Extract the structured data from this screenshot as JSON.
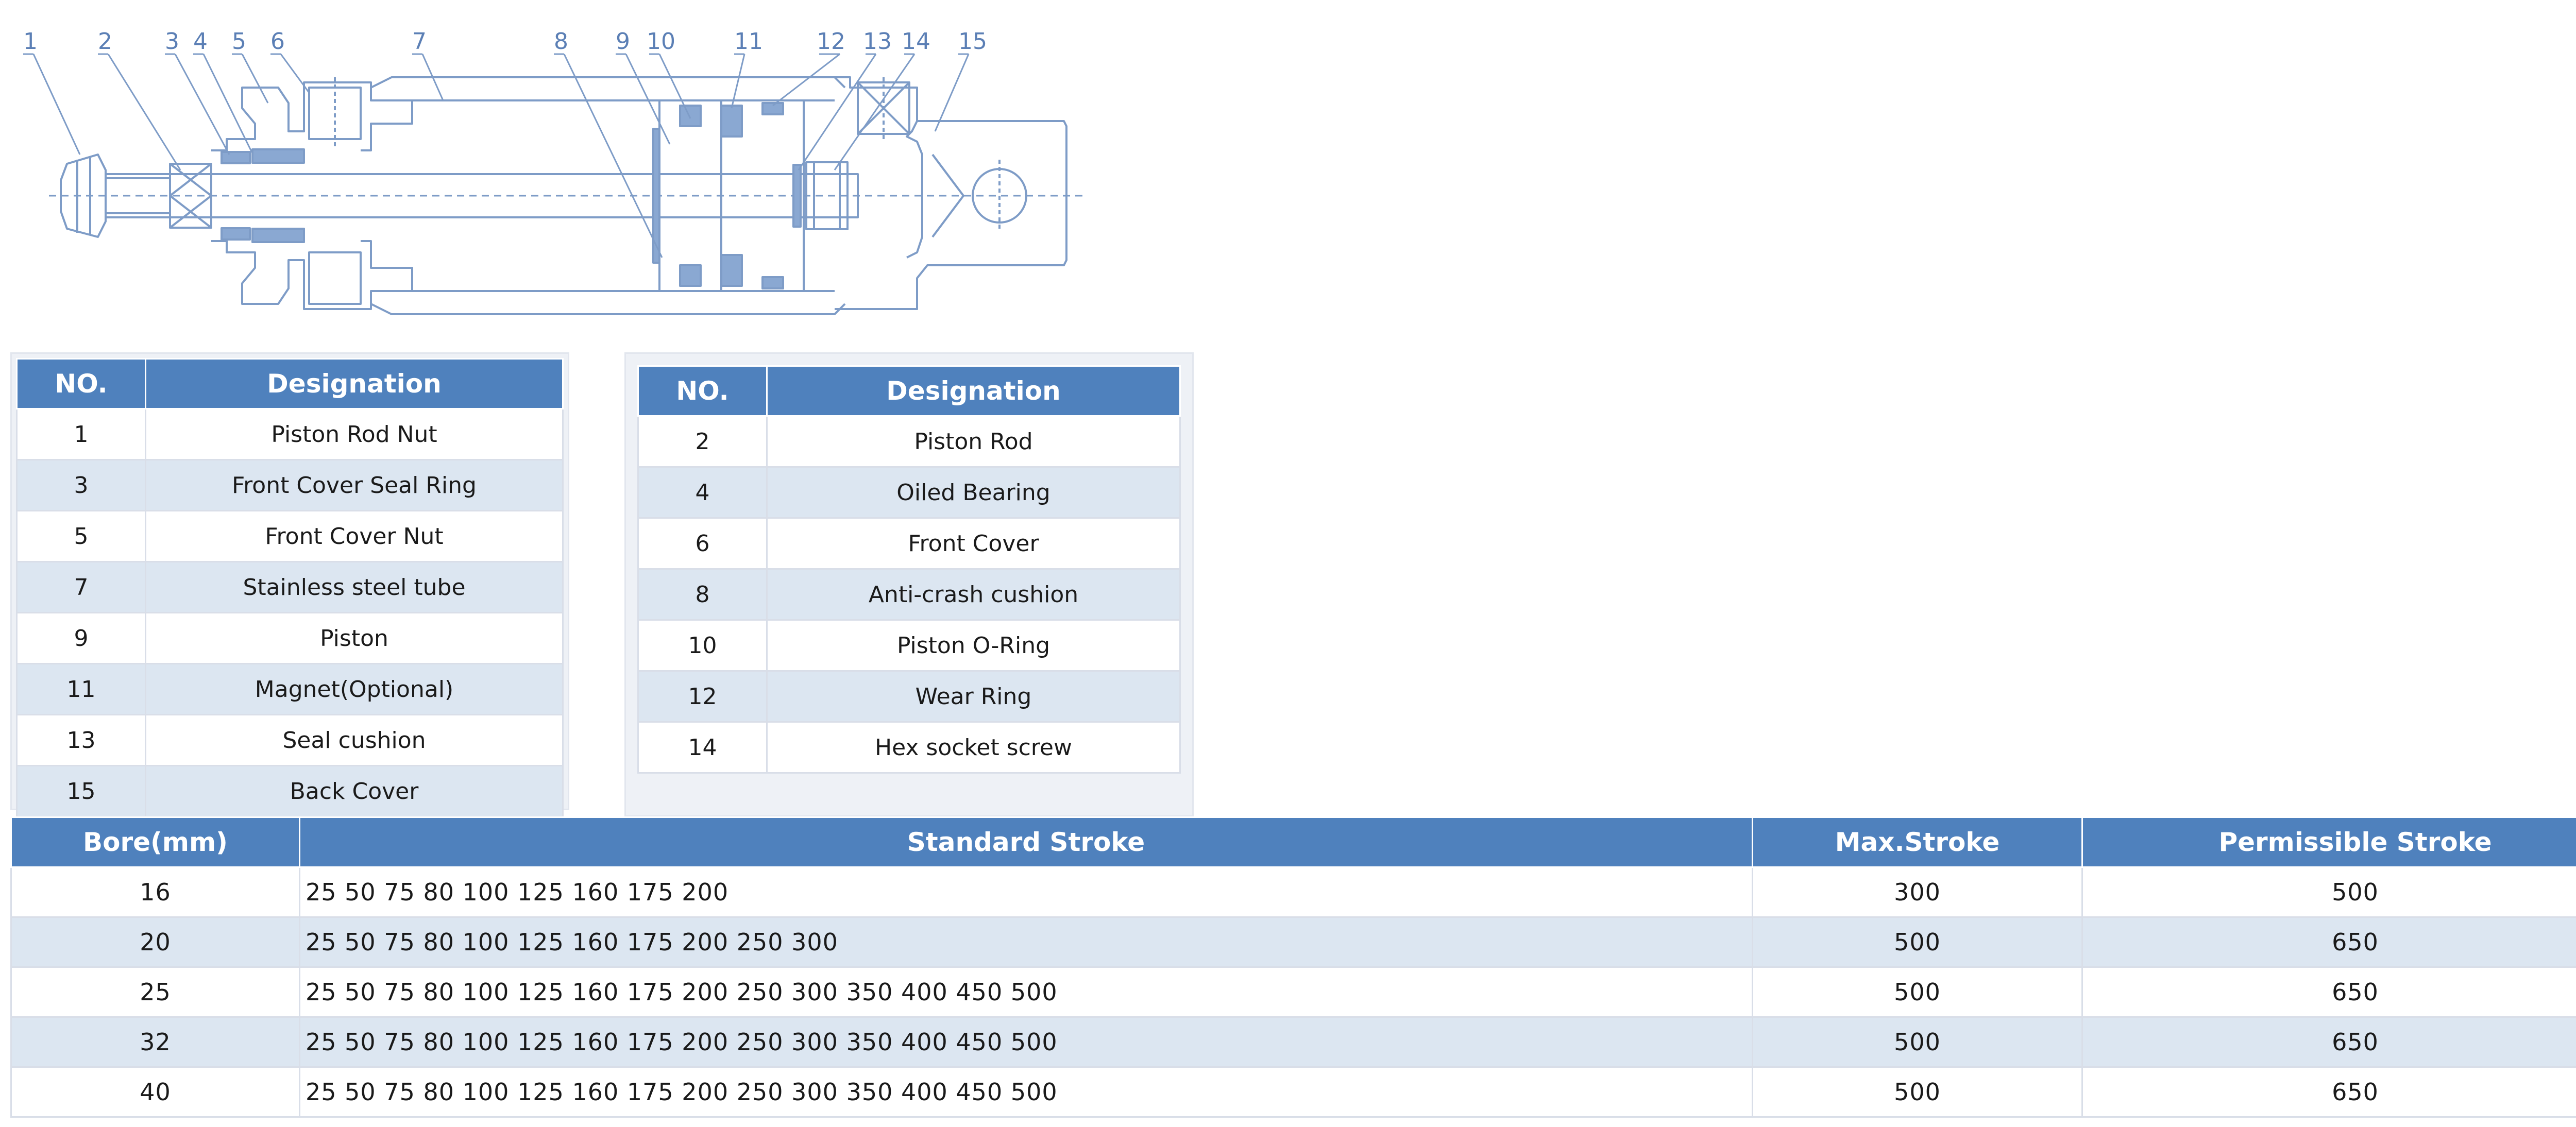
{
  "diagram": {
    "part_numbers": [
      "1",
      "2",
      "3",
      "4",
      "5",
      "6",
      "7",
      "8",
      "9",
      "10",
      "11",
      "12",
      "13",
      "14",
      "15"
    ]
  },
  "parts_left": {
    "headers": {
      "no": "NO.",
      "designation": "Designation"
    },
    "rows": [
      {
        "no": "1",
        "designation": "Piston Rod Nut"
      },
      {
        "no": "3",
        "designation": "Front Cover Seal Ring"
      },
      {
        "no": "5",
        "designation": "Front Cover Nut"
      },
      {
        "no": "7",
        "designation": "Stainless steel tube"
      },
      {
        "no": "9",
        "designation": "Piston"
      },
      {
        "no": "11",
        "designation": "Magnet(Optional)"
      },
      {
        "no": "13",
        "designation": "Seal cushion"
      },
      {
        "no": "15",
        "designation": "Back Cover"
      }
    ]
  },
  "parts_right": {
    "headers": {
      "no": "NO.",
      "designation": "Designation"
    },
    "rows": [
      {
        "no": "2",
        "designation": "Piston Rod"
      },
      {
        "no": "4",
        "designation": "Oiled Bearing"
      },
      {
        "no": "6",
        "designation": "Front Cover"
      },
      {
        "no": "8",
        "designation": "Anti-crash cushion"
      },
      {
        "no": "10",
        "designation": "Piston O-Ring"
      },
      {
        "no": "12",
        "designation": "Wear Ring"
      },
      {
        "no": "14",
        "designation": "Hex socket screw"
      }
    ]
  },
  "stroke_table": {
    "headers": {
      "bore": "Bore(mm)",
      "standard": "Standard Stroke",
      "max": "Max.Stroke",
      "permissible": "Permissible Stroke"
    },
    "rows": [
      {
        "bore": "16",
        "standard": "25 50 75 80 100 125 160 175 200",
        "max": "300",
        "permissible": "500"
      },
      {
        "bore": "20",
        "standard": "25 50 75 80 100 125 160 175 200 250 300",
        "max": "500",
        "permissible": "650"
      },
      {
        "bore": "25",
        "standard": "25 50 75 80 100 125 160 175 200 250 300 350 400 450 500",
        "max": "500",
        "permissible": "650"
      },
      {
        "bore": "32",
        "standard": "25 50 75 80 100 125 160 175 200 250 300 350 400 450 500",
        "max": "500",
        "permissible": "650"
      },
      {
        "bore": "40",
        "standard": "25 50 75 80 100 125 160 175 200 250 300 350 400 450 500",
        "max": "500",
        "permissible": "650"
      }
    ]
  },
  "colors": {
    "header_blue": "#4f81bd",
    "row_alt": "#dce6f1",
    "diagram_line": "#7e9cc7"
  }
}
